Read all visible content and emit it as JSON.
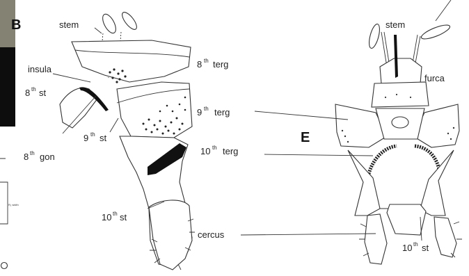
{
  "panel_b": {
    "letter": "B",
    "labels": {
      "stem": "stem",
      "insula": "insula",
      "st8": {
        "num": "8",
        "sup": "th",
        "word": "st"
      },
      "terg8": {
        "num": "8",
        "sup": "th",
        "word": "terg"
      },
      "st9": {
        "num": "9",
        "sup": "th",
        "word": "st"
      },
      "terg9": {
        "num": "9",
        "sup": "th",
        "word": "terg"
      },
      "gon8": {
        "num": "8",
        "sup": "th",
        "word": "gon"
      },
      "terg10": {
        "num": "10",
        "sup": "th",
        "word": "terg"
      },
      "st10": {
        "num": "10",
        "sup": "th",
        "word": "st"
      },
      "cercus": "cercus"
    }
  },
  "panel_e": {
    "letter": "E",
    "labels": {
      "stem": "stem",
      "furca": "furca",
      "st10": {
        "num": "10",
        "sup": "th",
        "word": "st"
      }
    }
  },
  "left_fragment": {
    "text": "R₁ width"
  }
}
